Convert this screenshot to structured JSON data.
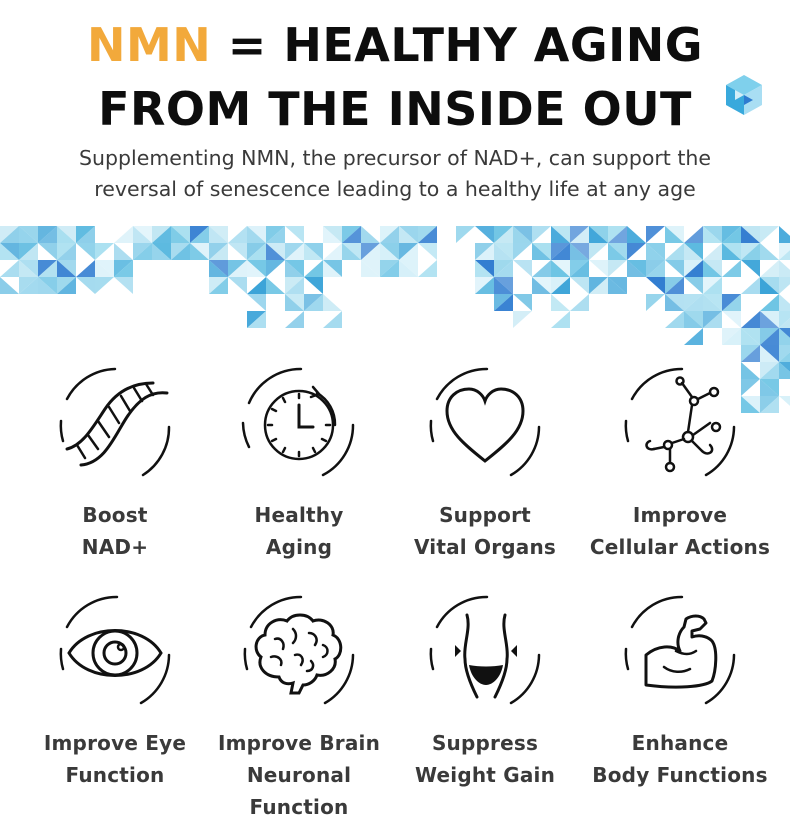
{
  "header": {
    "title_accent": "NMN",
    "title_rest": " = HEALTHY AGING",
    "title_line2": "FROM THE INSIDE OUT",
    "subtitle_line1": "Supplementing NMN, the precursor of NAD+, can support the",
    "subtitle_line2": "reversal of senescence leading to a healthy life at any age"
  },
  "colors": {
    "accent": "#f2a93b",
    "text": "#0d0d0d",
    "pattern_light": "#bfe6f3",
    "pattern_mid": "#6cc4e4",
    "pattern_dark": "#2e7bd0"
  },
  "features": [
    {
      "icon": "dna-icon",
      "line1": "Boost",
      "line2": "NAD+"
    },
    {
      "icon": "clock-icon",
      "line1": "Healthy",
      "line2": "Aging"
    },
    {
      "icon": "heart-icon",
      "line1": "Support",
      "line2": "Vital Organs"
    },
    {
      "icon": "molecule-icon",
      "line1": "Improve",
      "line2": "Cellular Actions"
    },
    {
      "icon": "eye-icon",
      "line1": "Improve Eye",
      "line2": "Function"
    },
    {
      "icon": "brain-icon",
      "line1": "Improve Brain",
      "line2": "Neuronal Function"
    },
    {
      "icon": "waist-icon",
      "line1": "Suppress",
      "line2": "Weight Gain"
    },
    {
      "icon": "muscle-arm-icon",
      "line1": "Enhance",
      "line2": "Body Functions"
    }
  ]
}
